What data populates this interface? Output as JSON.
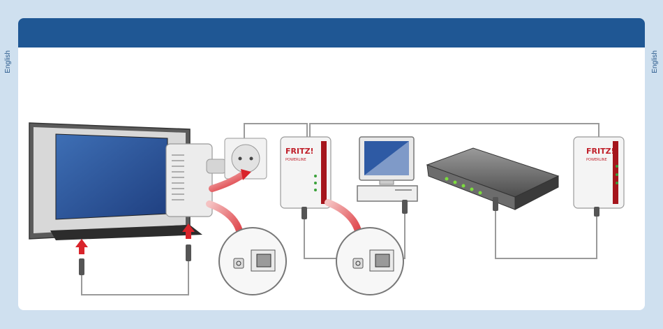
{
  "side_label_left": "English",
  "side_label_right": "English",
  "adapter_brand": "FRITZ!",
  "adapter_sub": "POWERLINE",
  "colors": {
    "header": "#1f5794",
    "background": "#cfe0ef",
    "arrow": "#d9242b",
    "adapter_stripe": "#a5151c"
  }
}
